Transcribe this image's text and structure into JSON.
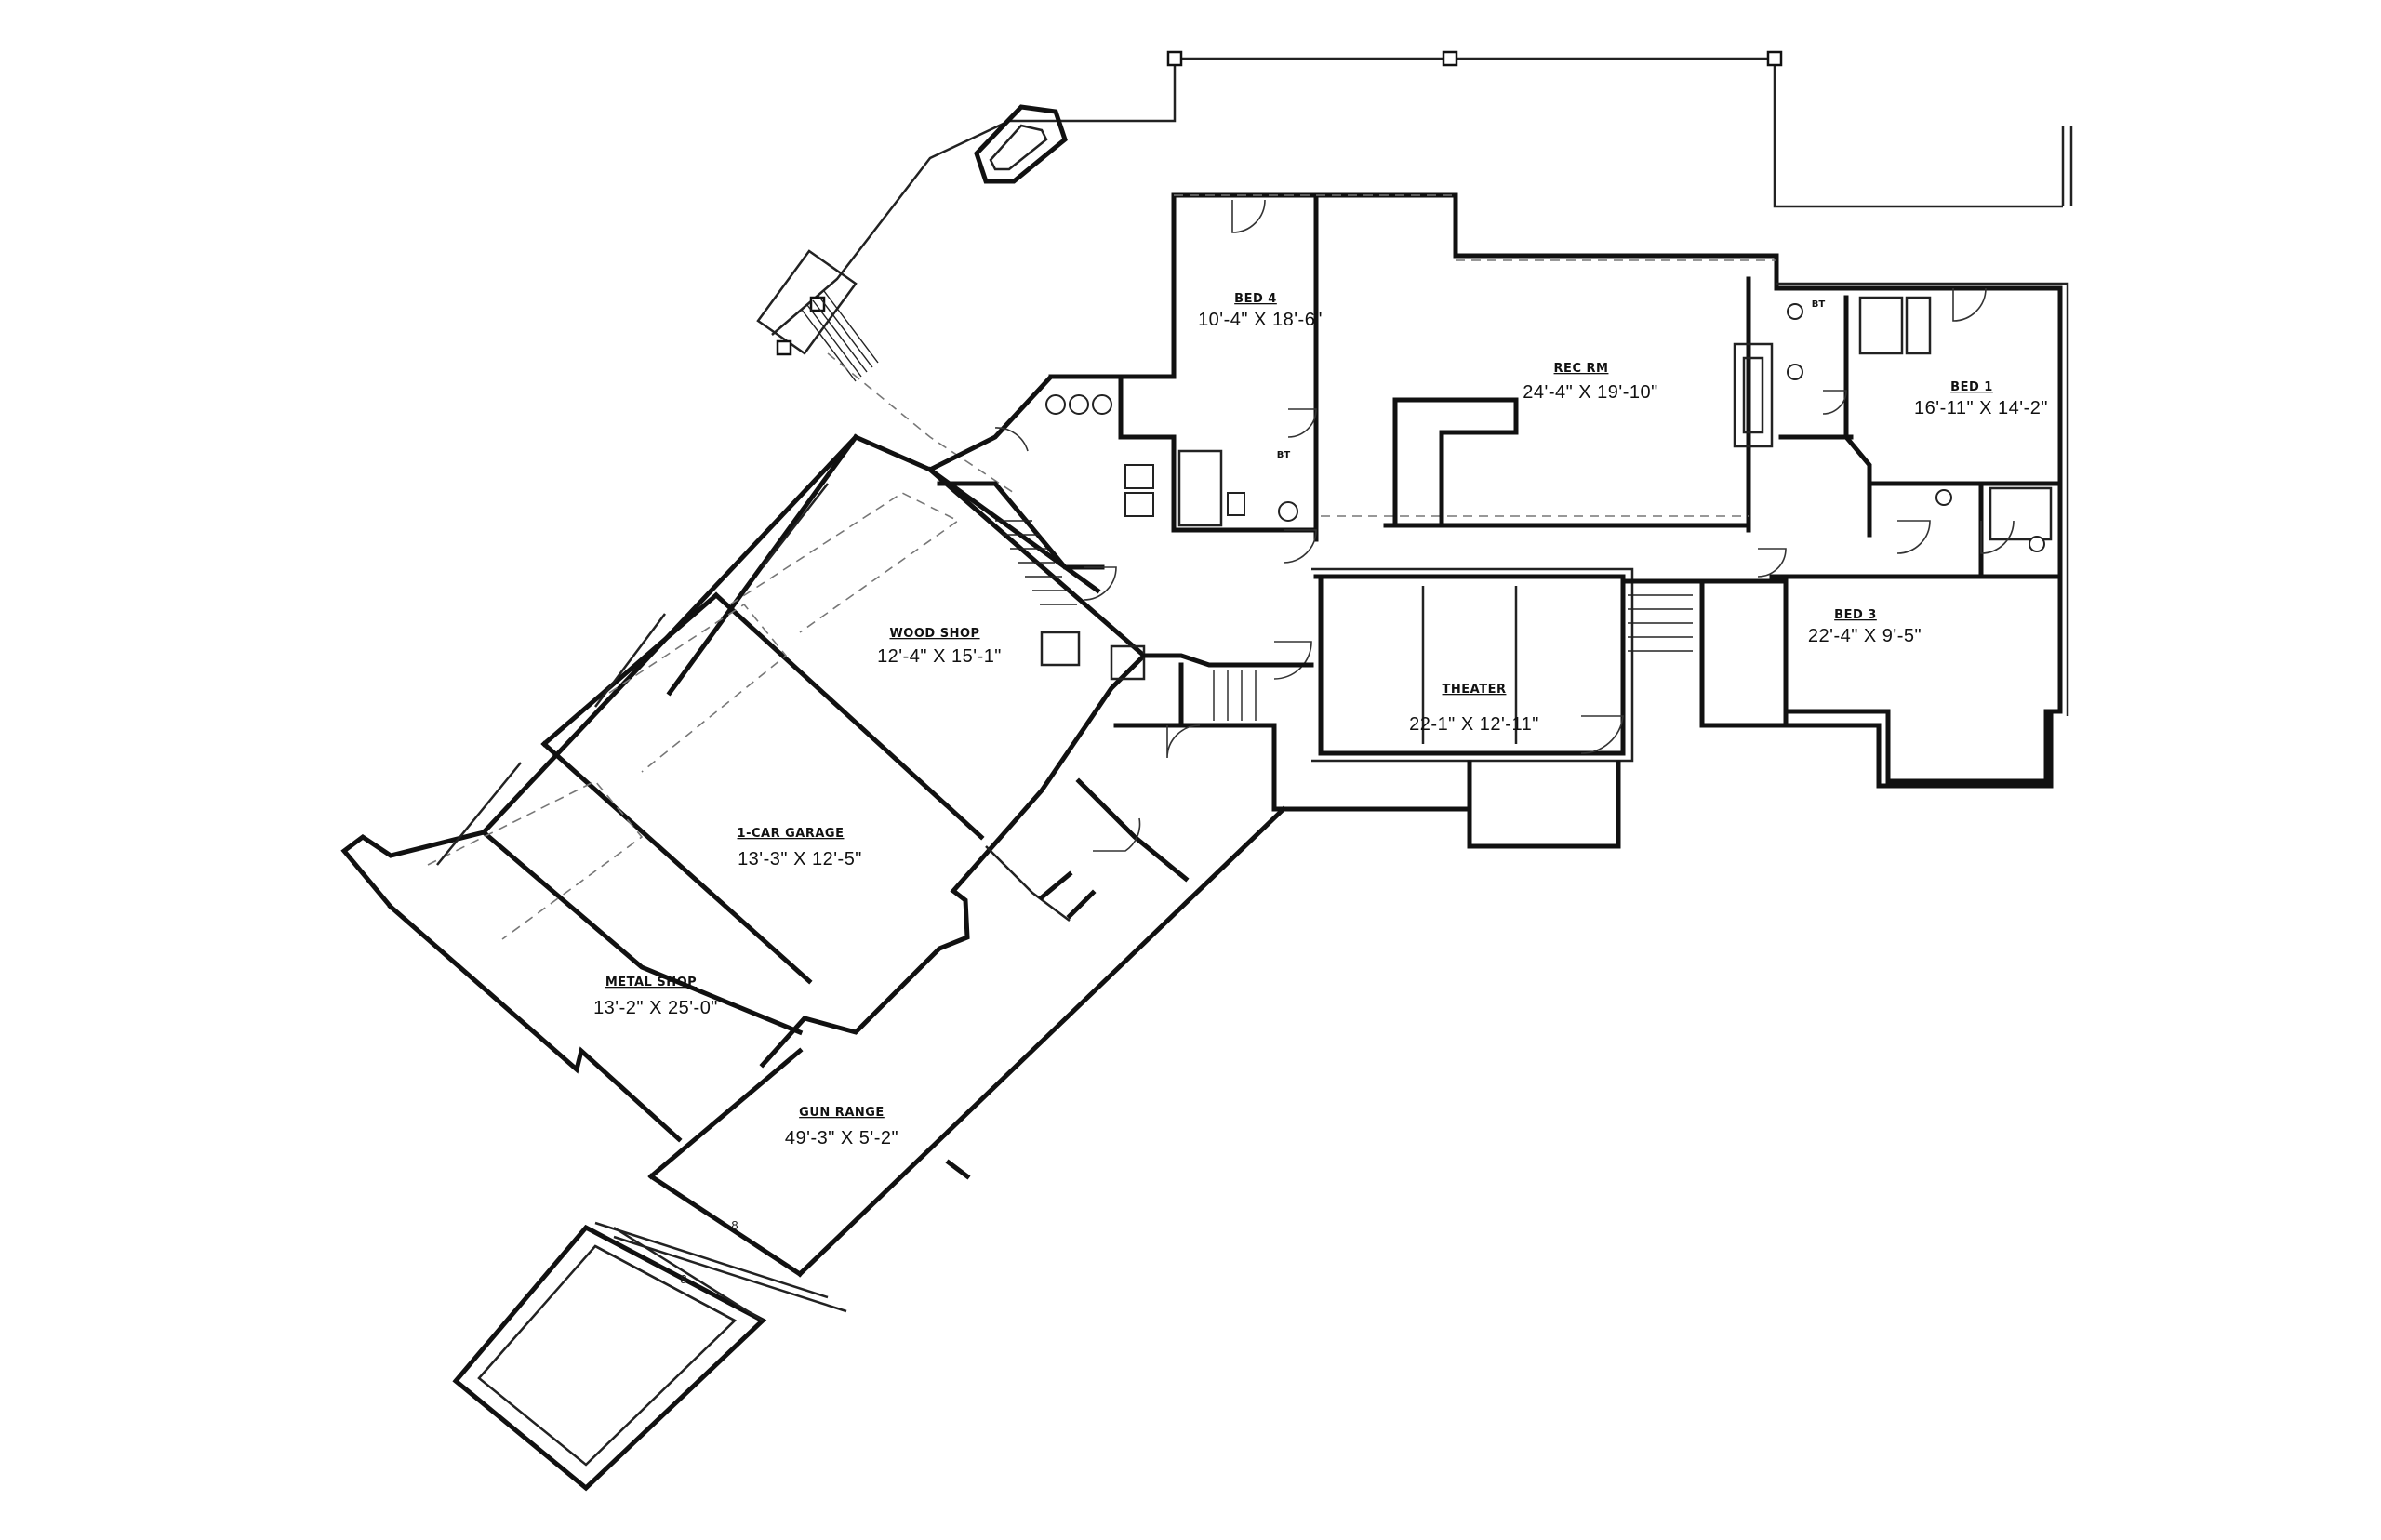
{
  "colors": {
    "line": "#111111",
    "background": "#ffffff",
    "hidden_line": "#777777"
  },
  "rooms": {
    "bed4": {
      "name": "BED 4",
      "dims": "10'-4\" X 18'-6\""
    },
    "rec_rm": {
      "name": "REC RM",
      "dims": "24'-4\" X 19'-10\""
    },
    "bed1": {
      "name": "BED 1",
      "dims": "16'-11\" X 14'-2\""
    },
    "wood_shop": {
      "name": "WOOD SHOP",
      "dims": "12'-4\" X 15'-1\""
    },
    "theater": {
      "name": "THEATER",
      "dims": "22-1\" X 12'-11\""
    },
    "bed3": {
      "name": "BED 3",
      "dims": "22'-4\" X 9'-5\""
    },
    "garage": {
      "name": "1-CAR GARAGE",
      "dims": "13'-3\" X 12'-5\""
    },
    "metal_shop": {
      "name": "METAL SHOP",
      "dims": "13'-2\" X 25'-0\""
    },
    "gun_range": {
      "name": "GUN RANGE",
      "dims": "49'-3\" X 5'-2\""
    }
  },
  "labels": {
    "bath_small": "BT",
    "break_mark": "8"
  }
}
